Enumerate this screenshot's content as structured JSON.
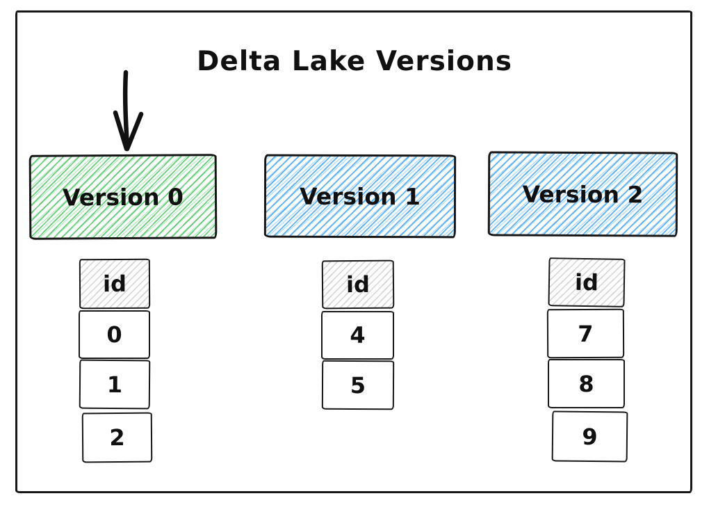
{
  "title": "Delta Lake Versions",
  "colors": {
    "stroke": "#1e1e1e",
    "version0_fill": "#4bc462",
    "version1_fill": "#4dabf7",
    "version2_fill": "#4dabf7",
    "table_header_fill": "#c9ced3",
    "background": "#ffffff"
  },
  "versions": [
    {
      "label": "Version 0",
      "fill": "green",
      "table": {
        "header": "id",
        "rows": [
          "0",
          "1",
          "2"
        ]
      }
    },
    {
      "label": "Version 1",
      "fill": "blue",
      "table": {
        "header": "id",
        "rows": [
          "4",
          "5"
        ]
      }
    },
    {
      "label": "Version 2",
      "fill": "blue",
      "table": {
        "header": "id",
        "rows": [
          "7",
          "8",
          "9"
        ]
      }
    }
  ]
}
